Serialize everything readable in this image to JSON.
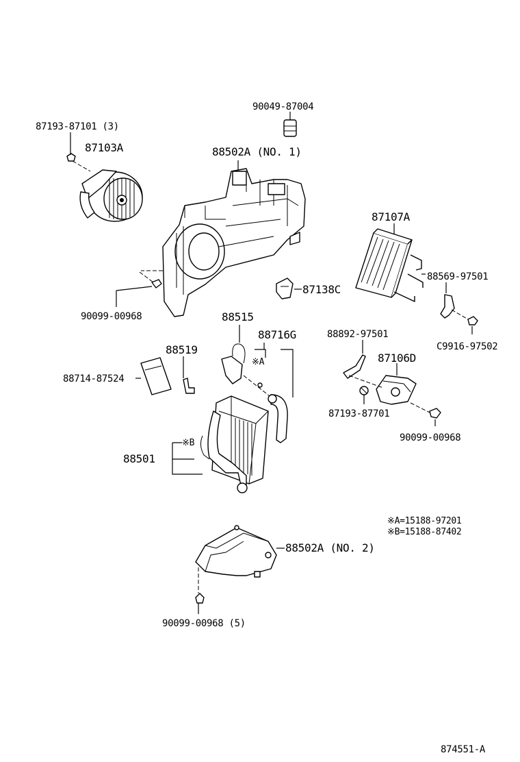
{
  "labels": {
    "p90049": "90049-87004",
    "p87193_3": "87193-87101 (3)",
    "p87103A": "87103A",
    "p88502A_1": "88502A (NO. 1)",
    "p90099_a": "90099-00968",
    "p87138C": "87138C",
    "p87107A": "87107A",
    "p88569": "88569-97501",
    "p88515": "88515",
    "p88716G": "88716G",
    "p88892": "88892-97501",
    "pC9916": "C9916-97502",
    "p88519": "88519",
    "p87106D": "87106D",
    "p88714": "88714-87524",
    "p87193_7": "87193-87701",
    "p90099_b": "90099-00968",
    "p88501": "88501",
    "p88502A_2": "88502A (NO. 2)",
    "p90099_5": "90099-00968 (5)",
    "markA": "※A",
    "markB": "※B",
    "noteA": "※A=15188-97201",
    "noteB": "※B=15188-87402",
    "figure_id": "874551-A"
  }
}
